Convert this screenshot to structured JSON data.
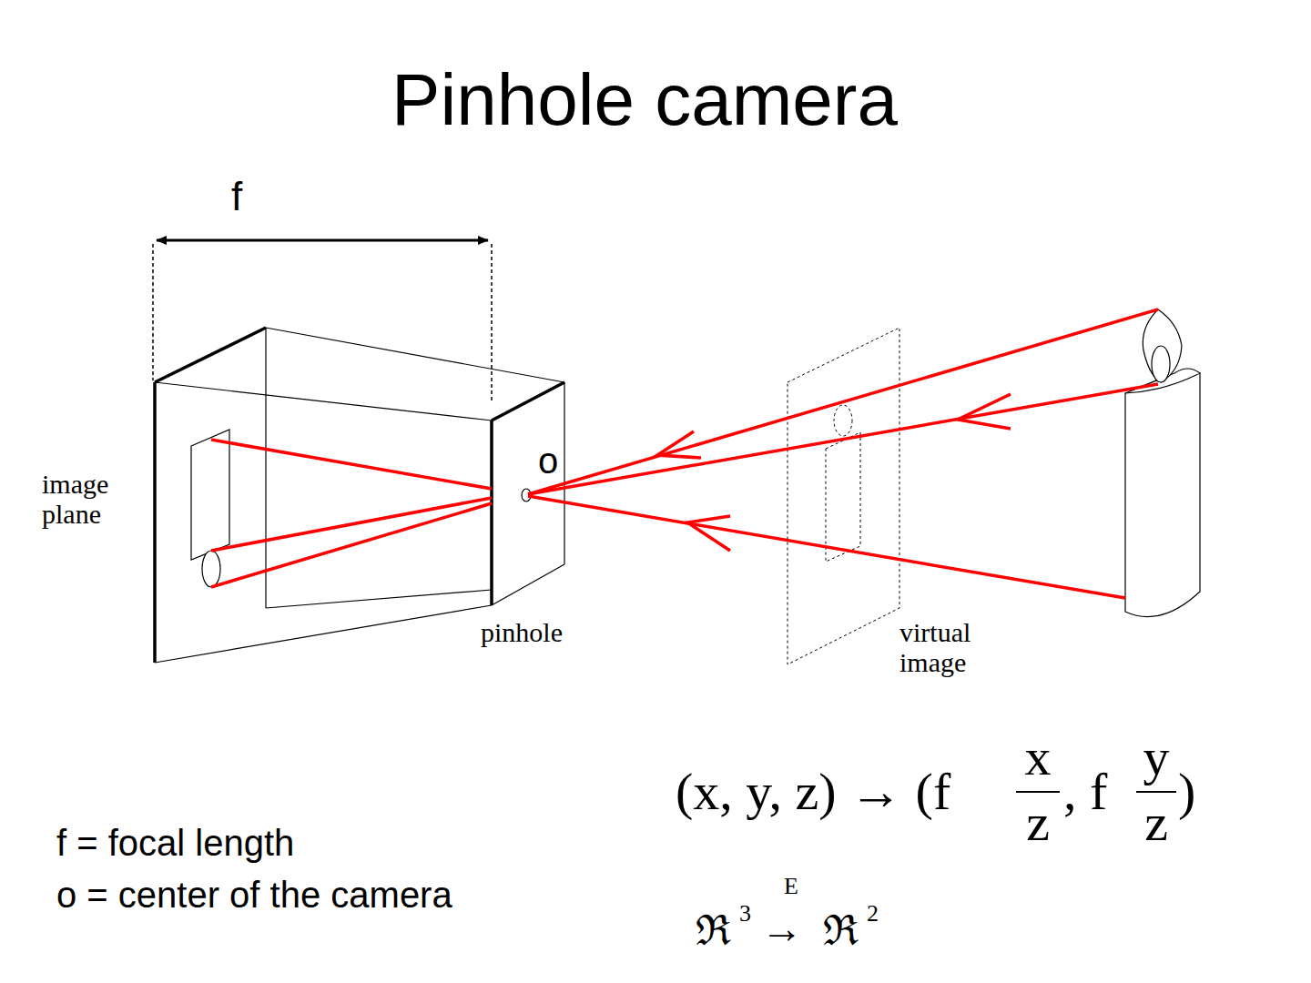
{
  "diagram": {
    "title": "Pinhole camera",
    "labels": [
      "f",
      "o",
      "image plane",
      "pinhole",
      "virtual image",
      "(x, y, z) → (f",
      "x",
      "z",
      ", f",
      "y",
      "z",
      ")",
      "f = focal length",
      "o = center of the camera",
      "E",
      "ℜ",
      "3",
      "→",
      "ℜ",
      "2"
    ]
  }
}
